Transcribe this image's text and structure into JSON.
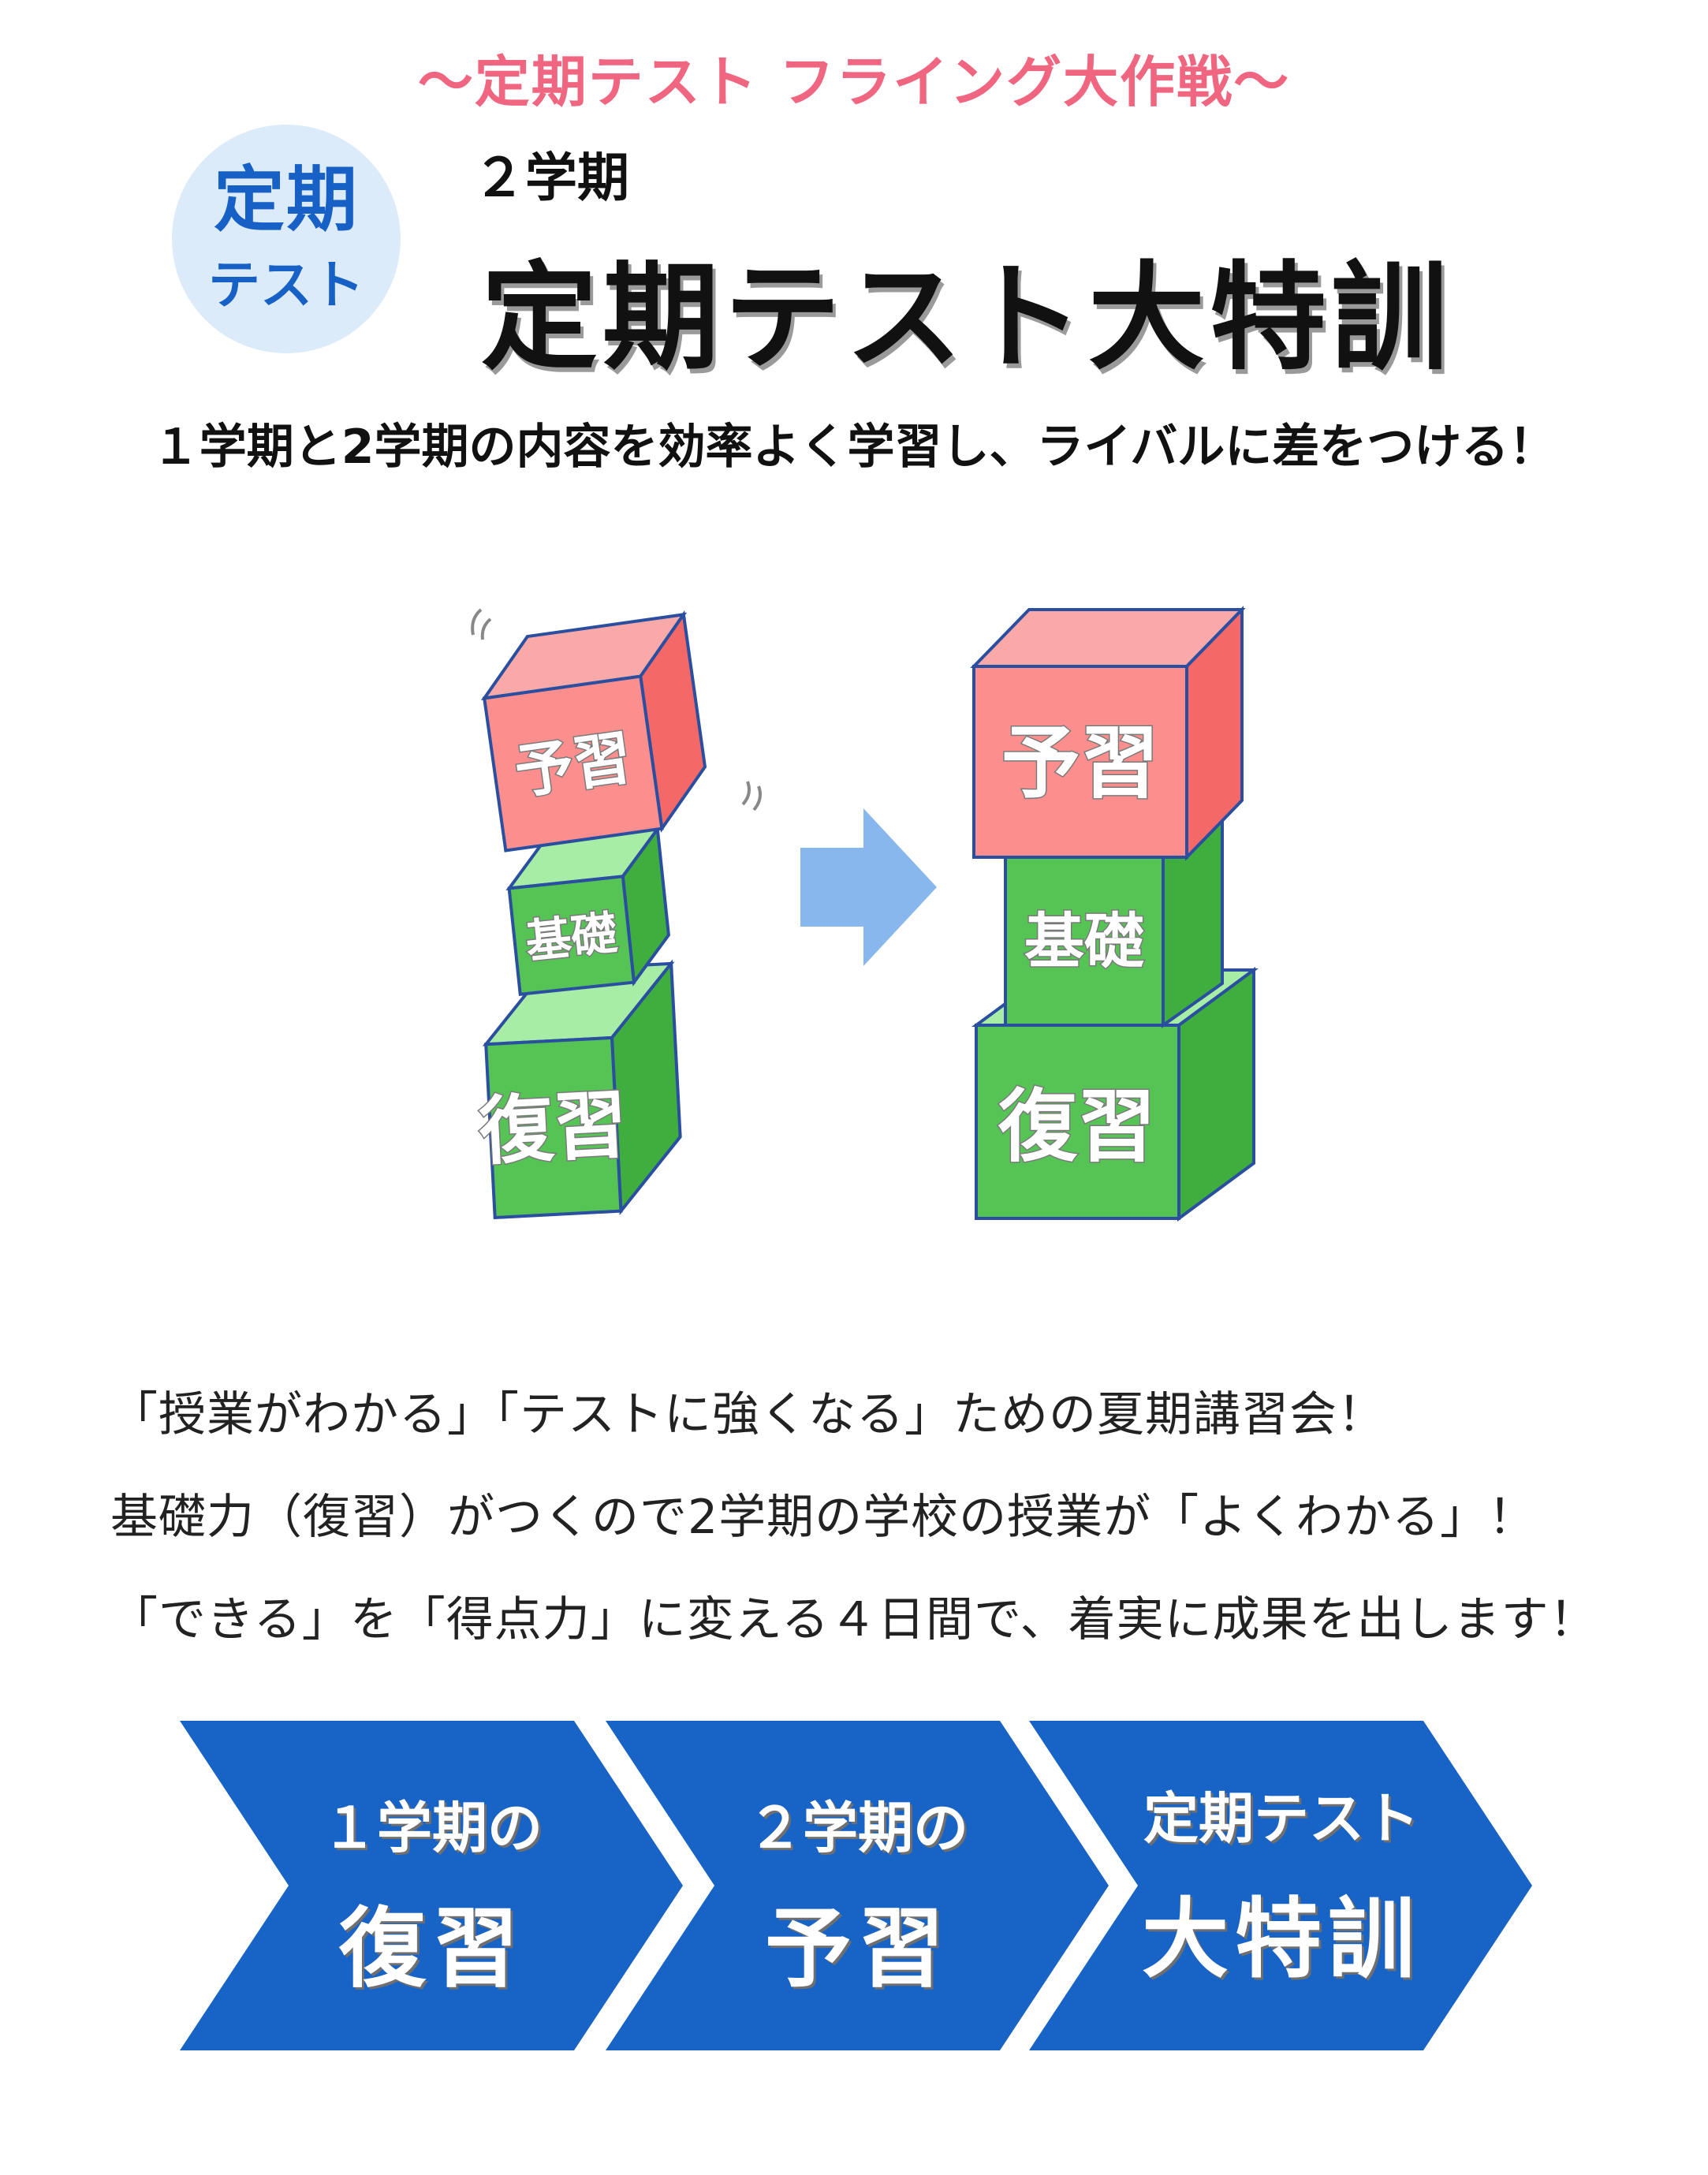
{
  "colors": {
    "tagline": "#f0657f",
    "badge_text": "#1761c6",
    "badge_bg": "#dcebf9",
    "red_block_front": "#fc8f8e",
    "red_block_top": "#f9a9a8",
    "red_block_side": "#f46867",
    "green_block_front": "#55c455",
    "green_block_top": "#a8eda6",
    "green_block_side": "#3fae3f",
    "block_outline": "#2b4fa0",
    "arrow": "#87b7ec",
    "chevron": "#1863c6"
  },
  "header": {
    "tagline": "～定期テスト フライング大作戦～",
    "badge": {
      "line1": "定期",
      "line2": "テスト"
    },
    "term": "２学期",
    "title": "定期テスト大特訓",
    "subtitle": "１学期と2学期の内容を効率よく学習し、ライバルに差をつける！"
  },
  "illustration": {
    "before": {
      "top": "予習",
      "middle": "基礎",
      "bottom": "復習"
    },
    "after": {
      "top": "予習",
      "middle": "基礎",
      "bottom": "復習"
    }
  },
  "description": [
    "「授業がわかる」「テストに強くなる」ための夏期講習会！",
    "基礎力（復習）がつくので2学期の学校の授業が「よくわかる」！",
    "「できる」を「得点力」に変える４日間で、着実に成果を出します！"
  ],
  "steps": [
    {
      "line1": "１学期の",
      "line2": "復習"
    },
    {
      "line1": "２学期の",
      "line2": "予習"
    },
    {
      "line1": "定期テスト",
      "line2": "大特訓"
    }
  ]
}
